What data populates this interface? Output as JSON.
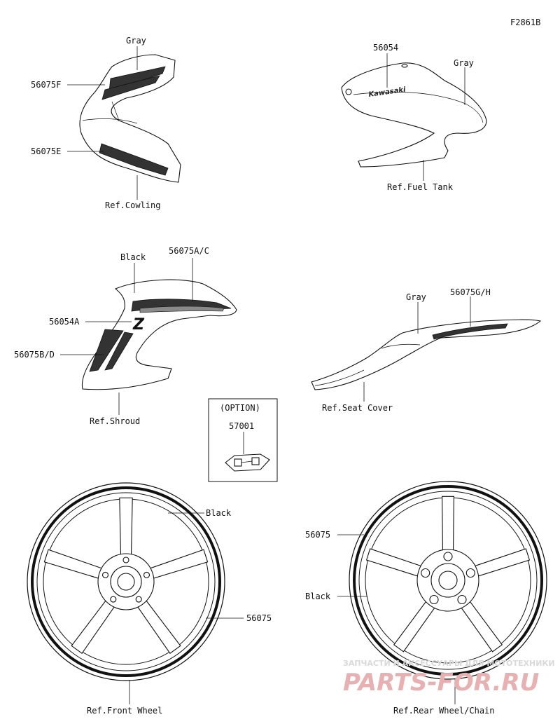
{
  "figure_code": "F2861B",
  "cowling": {
    "color_label": "Gray",
    "part_upper": "56075F",
    "part_lower": "56075E",
    "ref_label": "Ref.Cowling"
  },
  "fuel_tank": {
    "part": "56054",
    "color_label": "Gray",
    "logo_text": "Kawasaki",
    "ref_label": "Ref.Fuel Tank"
  },
  "shroud": {
    "color_label": "Black",
    "part_top": "56075A/C",
    "part_emblem": "56054A",
    "part_side": "56075B/D",
    "emblem_text": "Z",
    "ref_label": "Ref.Shroud"
  },
  "seat_cover": {
    "color_label": "Gray",
    "part": "56075G/H",
    "ref_label": "Ref.Seat Cover"
  },
  "option": {
    "title": "(OPTION)",
    "part": "57001"
  },
  "front_wheel": {
    "color_label": "Black",
    "part": "56075",
    "ref_label": "Ref.Front Wheel"
  },
  "rear_wheel": {
    "part": "56075",
    "color_label": "Black",
    "ref_label": "Ref.Rear Wheel/Chain"
  },
  "watermark": {
    "line1": "ЗАПЧАСТИ И АКСЕССУАРЫ ДЛЯ МОТОТЕХНИКИ",
    "line2": "PARTS-FOR.RU"
  }
}
